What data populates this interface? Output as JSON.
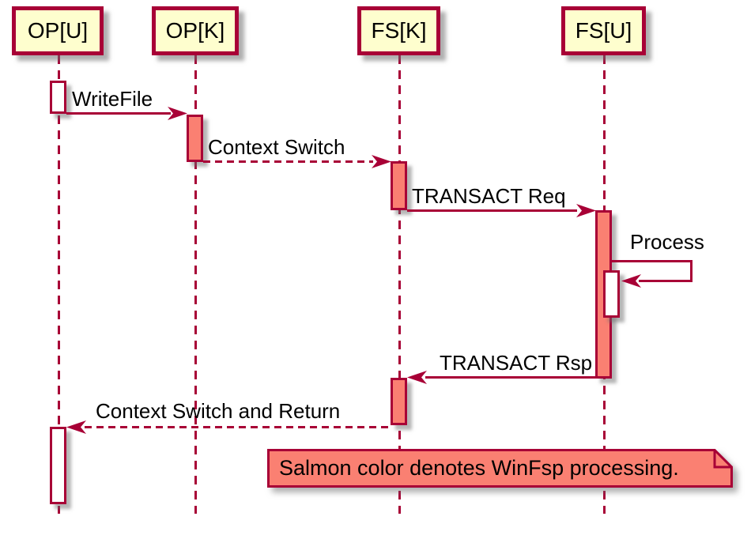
{
  "diagram": {
    "type": "sequence-diagram",
    "participants": [
      {
        "id": "opu",
        "label": "OP[U]"
      },
      {
        "id": "opk",
        "label": "OP[K]"
      },
      {
        "id": "fsk",
        "label": "FS[K]"
      },
      {
        "id": "fsu",
        "label": "FS[U]"
      }
    ],
    "messages": [
      {
        "label": "WriteFile",
        "from": "OP[U]",
        "to": "OP[K]",
        "line": "solid"
      },
      {
        "label": "Context Switch",
        "from": "OP[K]",
        "to": "FS[K]",
        "line": "dashed"
      },
      {
        "label": "TRANSACT Req",
        "from": "FS[K]",
        "to": "FS[U]",
        "line": "solid"
      },
      {
        "label": "Process",
        "from": "FS[U]",
        "to": "FS[U]",
        "line": "self"
      },
      {
        "label": "TRANSACT Rsp",
        "from": "FS[U]",
        "to": "FS[K]",
        "line": "solid"
      },
      {
        "label": "Context Switch and Return",
        "from": "FS[K]",
        "to": "OP[U]",
        "line": "dashed"
      }
    ],
    "note": {
      "text": "Salmon color denotes WinFsp processing."
    },
    "colors": {
      "participant_fill": "#FEFECE",
      "line_and_border": "#A80036",
      "salmon_activation": "#FA8072",
      "white_activation": "#FFFFFF",
      "text": "#000000",
      "background": "#FFFFFF"
    }
  }
}
